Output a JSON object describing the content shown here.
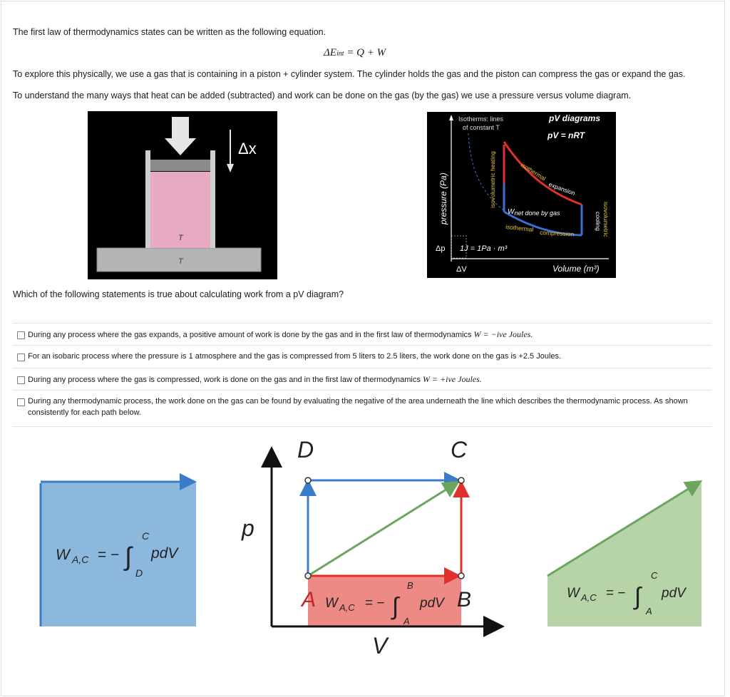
{
  "intro": {
    "line1": "The first law of thermodynamics states can be written as the following equation.",
    "equation": "ΔE",
    "equation_sub": "int",
    "equation_rest": " = Q + W",
    "line2": "To explore this physically, we use a gas that is containing in a piston + cylinder system.  The cylinder holds the gas and the piston can compress the gas or expand the gas.",
    "line3": "To understand the many ways that heat can be added (subtracted) and work can be done on the gas (by the gas) we use a pressure versus volume diagram."
  },
  "piston_figure": {
    "delta_x": "Δx",
    "t_upper": "T",
    "t_lower": "T"
  },
  "pv_figure": {
    "isotherm_note_1": "Isotherms: lines",
    "isotherm_note_2": "of constant T",
    "title": "pV diagrams",
    "law": "pV = nRT",
    "y_label": "pressure (Pa)",
    "x_label": "Volume (m³)",
    "isovolumetric_heating": "isovolumetric heating",
    "isothermal_expansion_1": "isothermal",
    "isothermal_expansion_2": "expansion",
    "w_net": "W",
    "w_net_sub": "net done by gas",
    "isothermal_compression_1": "isothermal",
    "isothermal_compression_2": "compression",
    "isovolumetric_cooling_1": "isovolumetric",
    "isovolumetric_cooling_2": "cooling",
    "delta_p": "Δp",
    "unit_eq": "1J = 1Pa · m³",
    "delta_v": "ΔV",
    "colors": {
      "red": "#e0302a",
      "blue": "#3a6fd8",
      "yellow": "#e8c531"
    }
  },
  "question": "Which of the following statements is true about calculating work from a pV diagram?",
  "options": [
    {
      "text": "During any process where the gas expands, a positive amount of work is done by the gas and in the first law of thermodynamics ",
      "math": "W = −ive Joules."
    },
    {
      "text": "For an isobaric process where the pressure is 1 atmosphere and the gas is compressed from 5 liters to 2.5 liters, the work done on the gas is +2.5 Joules.",
      "math": ""
    },
    {
      "text": "During any process where the gas is compressed, work is done on the gas and in the first law of thermodynamics ",
      "math": "W = +ive Joules."
    },
    {
      "text": "During any thermodynamic process, the work done on the gas can be found by evaluating the negative of the area underneath the line which describes the thermodynamic process. As shown consistently for each path below.",
      "math": ""
    }
  ],
  "paths_figure": {
    "left_formula": "W",
    "left_sub": "A,C",
    "left_upper": "C",
    "left_lower": "D",
    "center_upper": "B",
    "center_lower": "A",
    "right_upper": "C",
    "right_lower": "A",
    "equals": "= −",
    "integral": "∫",
    "pdv": "pdV",
    "p_axis": "p",
    "v_axis": "V",
    "label_a": "A",
    "label_b": "B",
    "label_c": "C",
    "label_d": "D",
    "colors": {
      "blue_fill": "#8db8de",
      "blue_line": "#3a7cc9",
      "red_fill": "#ee8a86",
      "red_line": "#e0302a",
      "green_fill": "#b6d4a8",
      "green_line": "#6aa65c"
    }
  }
}
